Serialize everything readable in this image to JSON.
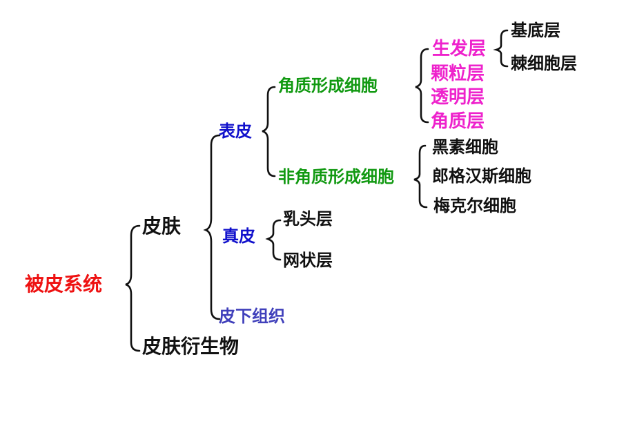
{
  "colors": {
    "red": "#ee1111",
    "black": "#111111",
    "blue": "#1111cc",
    "purple": "#4040bb",
    "green": "#119911",
    "magenta": "#ee22cc"
  },
  "tree": {
    "root": "被皮系统",
    "skin": "皮肤",
    "skin_derivatives": "皮肤衍生物",
    "epidermis": "表皮",
    "dermis": "真皮",
    "hypodermis": "皮下组织",
    "keratinocytes": "角质形成细胞",
    "non_keratinocytes": "非角质形成细胞",
    "layers": {
      "germinative": "生发层",
      "granular": "颗粒层",
      "lucidum": "透明层",
      "corneum": "角质层",
      "basal": "基底层",
      "spinous": "棘细胞层"
    },
    "cells": {
      "melanocyte": "黑素细胞",
      "langerhans": "郎格汉斯细胞",
      "merkel": "梅克尔细胞"
    },
    "dermis_layers": {
      "papillary": "乳头层",
      "reticular": "网状层"
    }
  }
}
